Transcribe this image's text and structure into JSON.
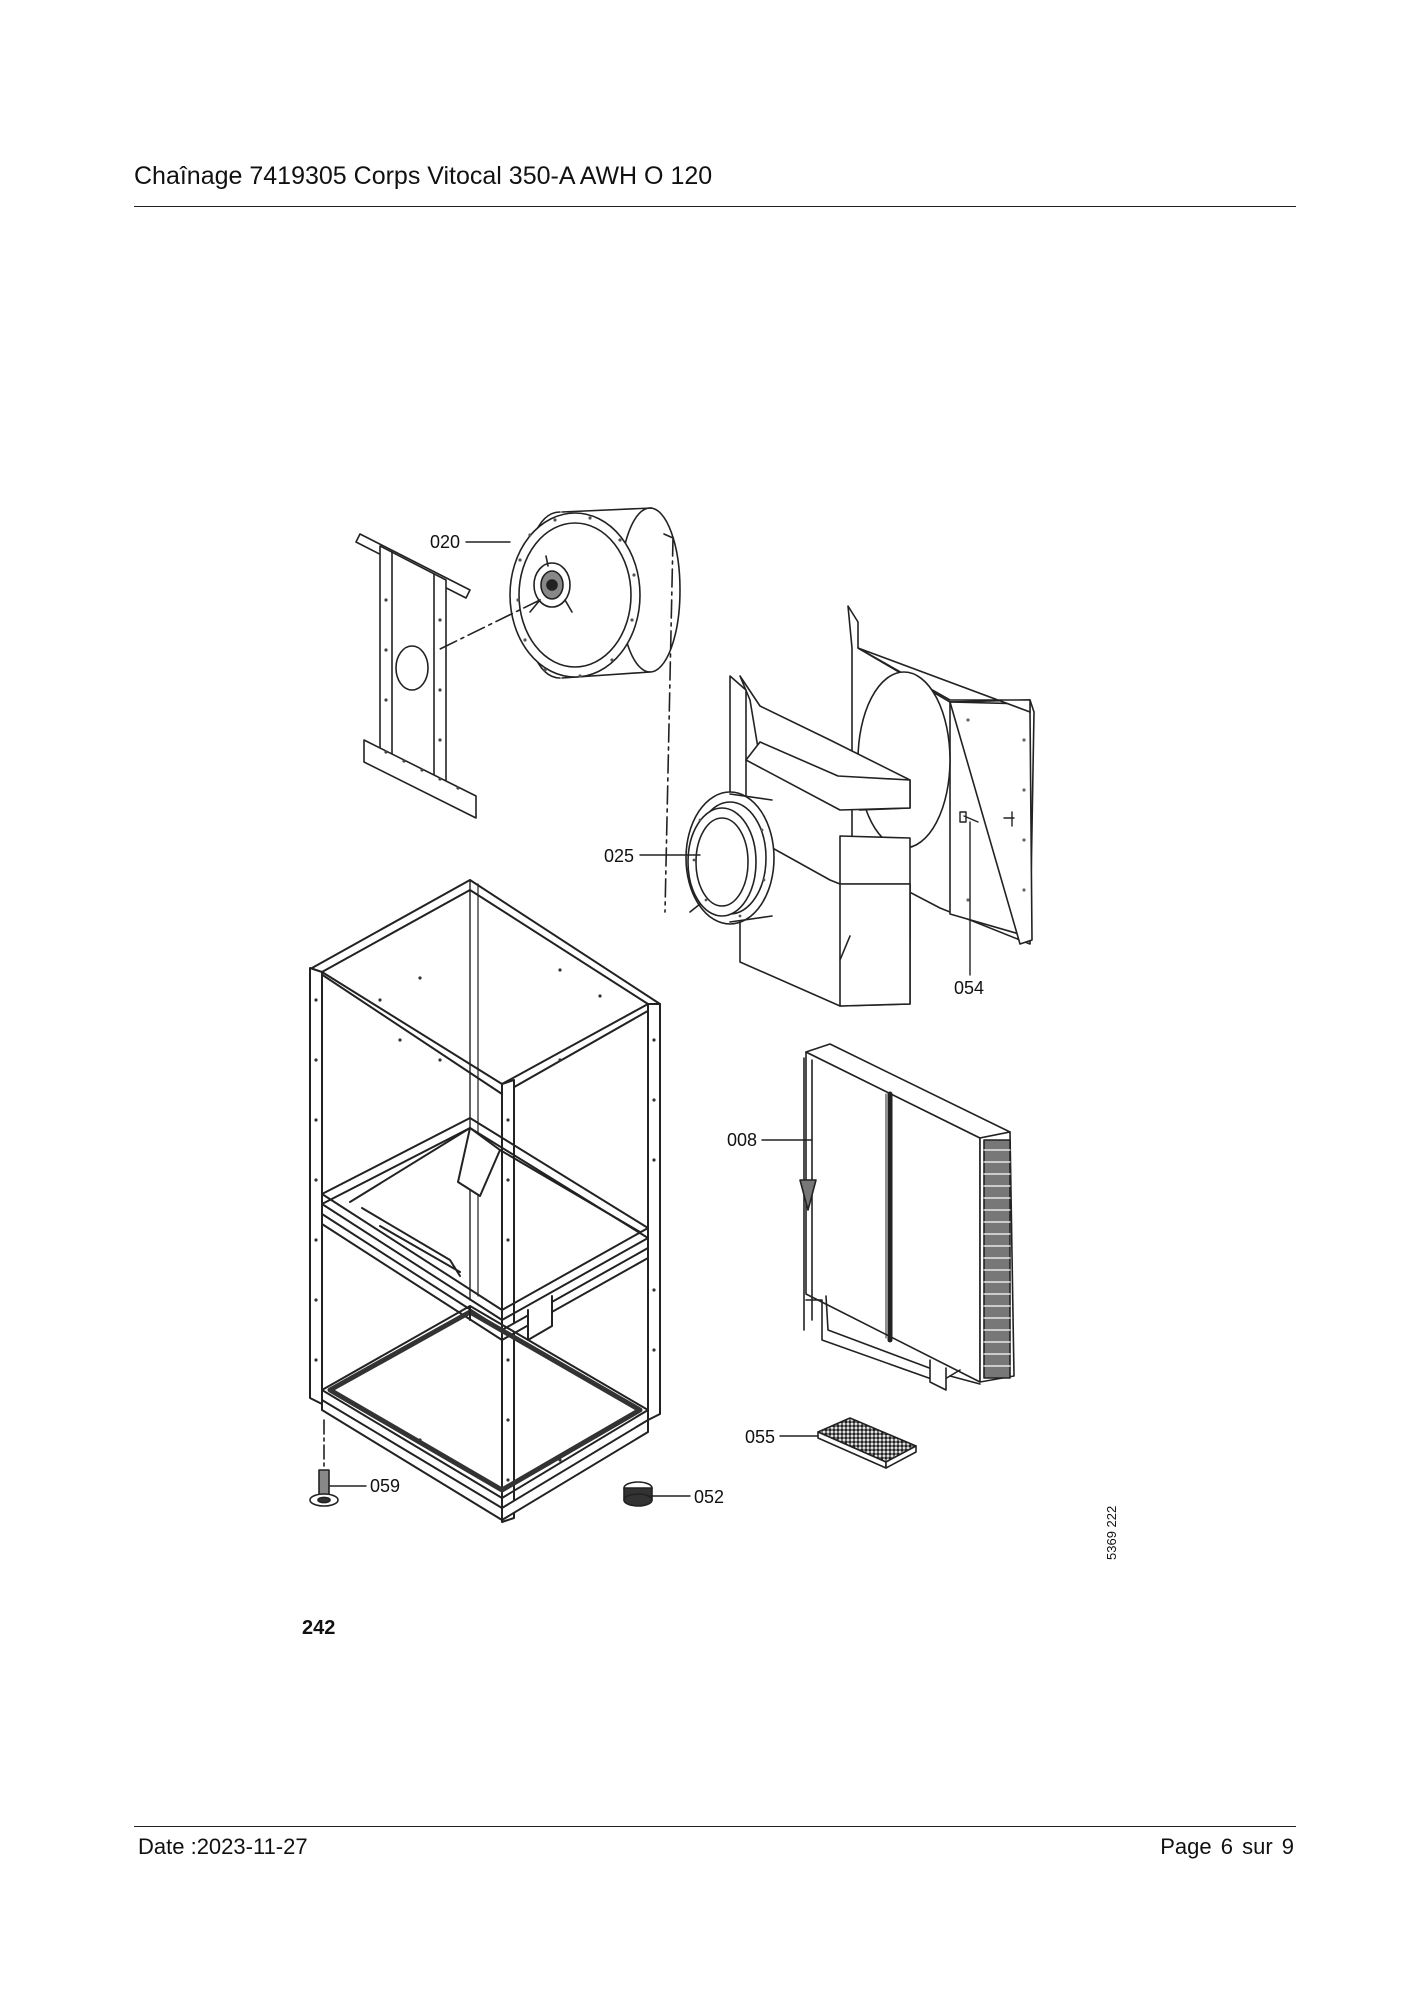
{
  "header": {
    "title": "Chaînage 7419305 Corps Vitocal 350-A AWH O 120"
  },
  "diagram": {
    "figure_number": "242",
    "drawing_ref": "5369 222",
    "callouts": {
      "c020": "020",
      "c025": "025",
      "c054": "054",
      "c008": "008",
      "c055": "055",
      "c059": "059",
      "c052": "052"
    }
  },
  "footer": {
    "date": "Date :2023-11-27",
    "page": "Page 6 sur  9"
  }
}
